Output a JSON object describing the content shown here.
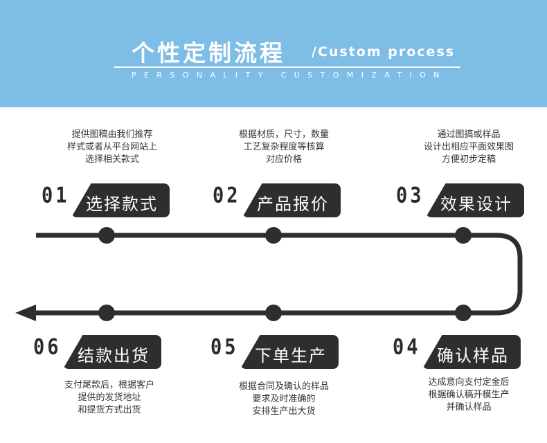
{
  "header": {
    "title_cn": "个性定制流程",
    "title_en": "/Custom process",
    "subtitle": "PERSONALITY CUSTOMIZATION"
  },
  "colors": {
    "banner": "#7dbde6",
    "dark": "#2e2e2e",
    "text": "#333333"
  },
  "steps": [
    {
      "num": "01",
      "label": "选择款式",
      "desc": [
        "提供图稿由我们推荐",
        "样式或者从平台网站上",
        "选择相关款式"
      ]
    },
    {
      "num": "02",
      "label": "产品报价",
      "desc": [
        "根据材质，尺寸，数量",
        "工艺复杂程度等核算",
        "对应价格"
      ]
    },
    {
      "num": "03",
      "label": "效果设计",
      "desc": [
        "通过图搞或样品",
        "设计出相应平面效果图",
        "方便初步定稿"
      ]
    },
    {
      "num": "04",
      "label": "确认样品",
      "desc": [
        "达成意向支付定金后",
        "根据确认稿开模生产",
        "并确认样品"
      ]
    },
    {
      "num": "05",
      "label": "下单生产",
      "desc": [
        "根据合同及确认的样品",
        "要求及时准确的",
        "安排生产出大货"
      ]
    },
    {
      "num": "06",
      "label": "结款出货",
      "desc": [
        "支付尾款后，根据客户",
        "提供的发货地址",
        "和提货方式出货"
      ]
    }
  ]
}
